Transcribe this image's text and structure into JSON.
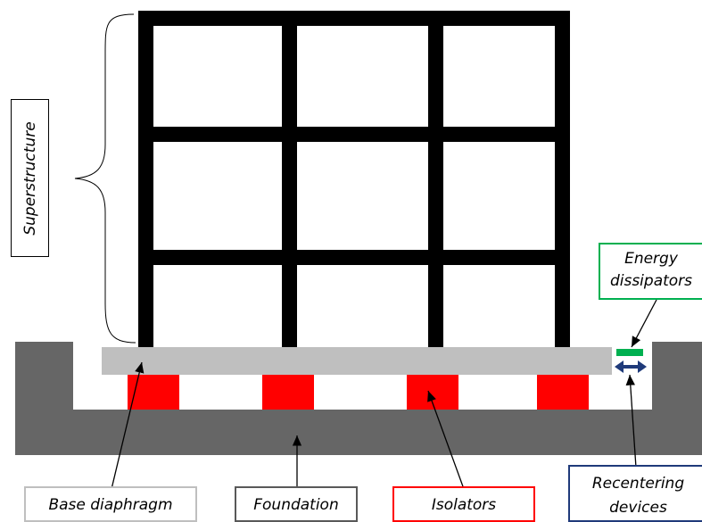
{
  "labels": {
    "superstructure": "Superstructure",
    "energy_dissipators_line1": "Energy",
    "energy_dissipators_line2": "dissipators",
    "base_diaphragm": "Base diaphragm",
    "foundation": "Foundation",
    "isolators": "Isolators",
    "recentering_line1": "Recentering",
    "recentering_line2": "devices"
  },
  "colors": {
    "frame": "#000000",
    "foundation": "#666666",
    "base_diaphragm": "#bfbfbf",
    "isolator": "#ff0000",
    "energy_dissipator": "#00b050",
    "recentering": "#1f3a7a"
  }
}
